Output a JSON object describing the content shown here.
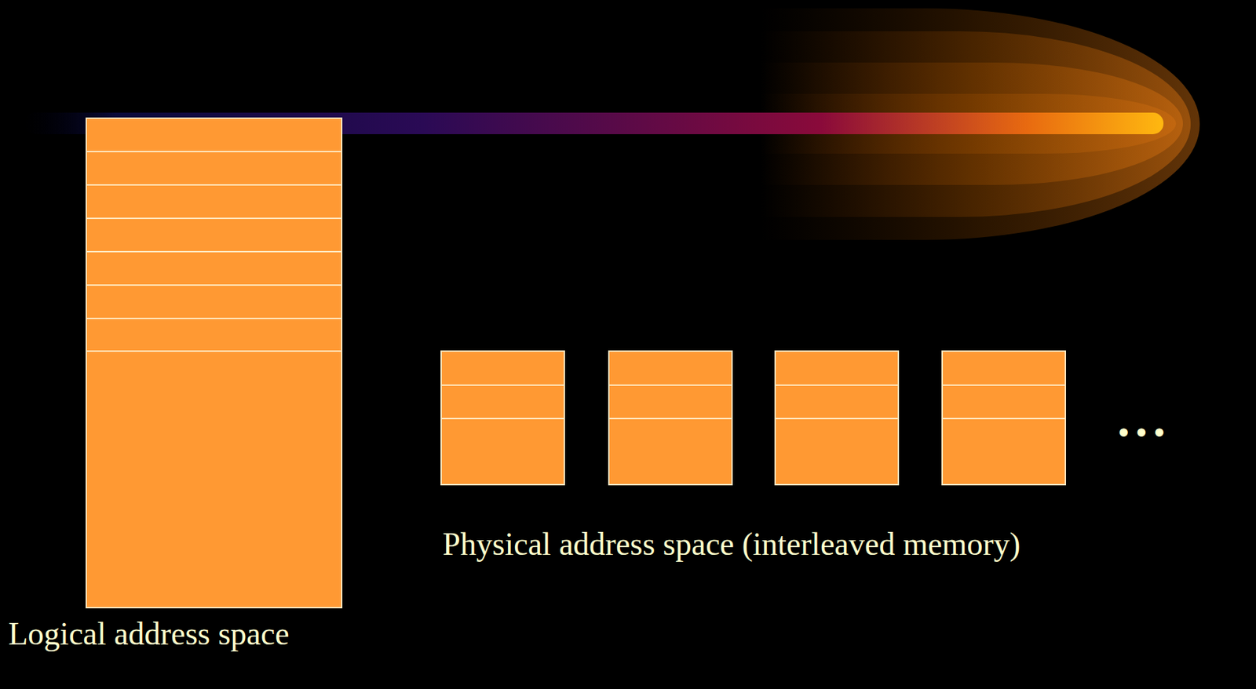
{
  "diagram": {
    "nodes": [
      {
        "text": [
          "Logical address space"
        ]
      }
    ],
    "labels": [
      "Physical address space (interleaved memory)",
      "•••"
    ]
  }
}
